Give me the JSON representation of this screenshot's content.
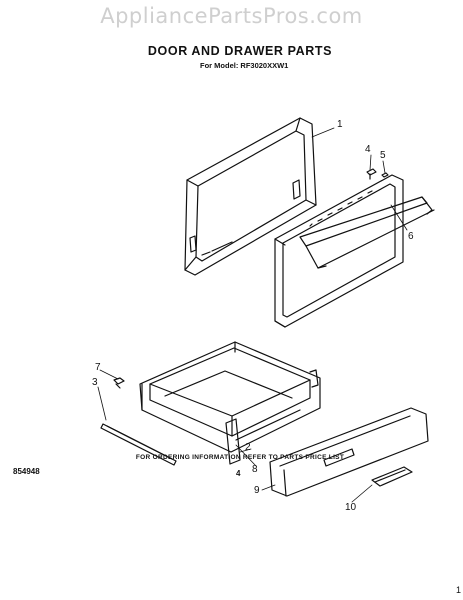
{
  "watermark": "AppliancePartsPros.com",
  "title": "DOOR AND DRAWER PARTS",
  "model_line": "For Model: RF3020XXW1",
  "callouts": {
    "c1": "1",
    "c2": "2",
    "c3": "3",
    "c4": "4",
    "c5": "5",
    "c6": "6",
    "c7": "7",
    "c8": "8",
    "c9": "9",
    "c10": "10"
  },
  "footer_note": "FOR ORDERING INFORMATION REFER TO PARTS PRICE LIST",
  "doc_number": "854948",
  "page_number": "4",
  "corner_mark": "1"
}
